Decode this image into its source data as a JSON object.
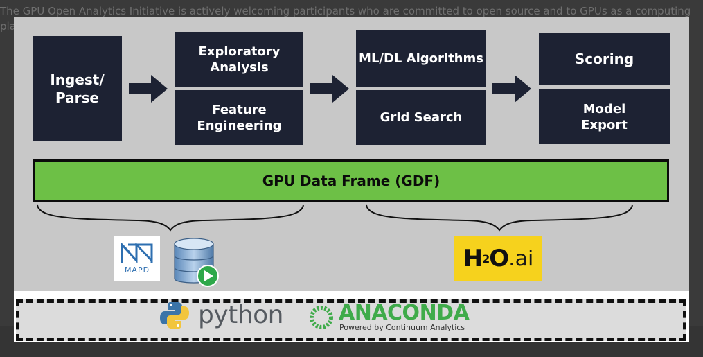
{
  "background": {
    "line1": "The GPU Open Analytics Initiative is actively welcoming participants who are committed to open source and to GPUs as a computing",
    "line2": "pla"
  },
  "stages": [
    {
      "id": "ingest",
      "label": "Ingest/\nParse"
    },
    {
      "id": "exploratory",
      "label": "Exploratory\nAnalysis"
    },
    {
      "id": "feature",
      "label": "Feature\nEngineering"
    },
    {
      "id": "ml",
      "label": "ML/DL Algorithms"
    },
    {
      "id": "grid",
      "label": "Grid Search"
    },
    {
      "id": "scoring",
      "label": "Scoring"
    },
    {
      "id": "export",
      "label": "Model\nExport"
    }
  ],
  "gdf_label": "GPU Data Frame (GDF)",
  "logos": {
    "mapd": "MAPD",
    "h2o": {
      "h": "H",
      "sub": "2",
      "o": "O",
      "ai": ".ai"
    },
    "python": "python",
    "anaconda": "ANACONDA",
    "anaconda_tagline": "Powered by Continuum Analytics"
  },
  "colors": {
    "box": "#1d2233",
    "gdf": "#6dc046",
    "panel": "#c8c8c8",
    "h2o": "#f6d21d",
    "anaconda": "#3fab4a"
  },
  "icons": [
    "right-arrow-icon",
    "curly-brace-icon",
    "database-play-icon",
    "python-snake-icon",
    "anaconda-ring-icon"
  ]
}
